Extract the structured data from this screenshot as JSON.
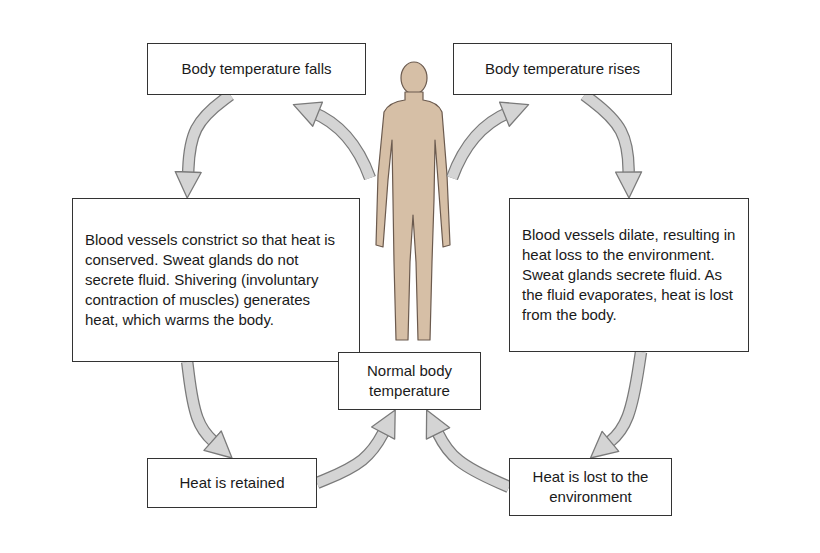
{
  "diagram": {
    "nodes": [
      {
        "text": [
          "Body temperature falls"
        ]
      },
      {
        "text": [
          "Body temperature rises"
        ]
      },
      {
        "text": [
          "Blood vessels constrict so that heat is conserved. Sweat glands do not secrete fluid. Shivering (involuntary contraction of muscles) generates heat, which warms the body."
        ]
      },
      {
        "text": [
          "Blood vessels dilate, resulting in heat loss to the environment. Sweat glands secrete fluid. As the fluid evaporates, heat is lost from the body."
        ]
      },
      {
        "text": [
          "Normal body temperature"
        ]
      },
      {
        "text": [
          "Heat is retained"
        ]
      },
      {
        "text": [
          "Heat is lost to the environment"
        ]
      }
    ],
    "edges": [
      {
        "from": 0,
        "to": 2,
        "arrow": "to"
      },
      {
        "from": 2,
        "to": 5,
        "arrow": "to"
      },
      {
        "from": 5,
        "to": 4,
        "arrow": "to"
      },
      {
        "from": 1,
        "to": 3,
        "arrow": "to"
      },
      {
        "from": 3,
        "to": 6,
        "arrow": "to"
      },
      {
        "from": 6,
        "to": 4,
        "arrow": "to"
      }
    ]
  }
}
